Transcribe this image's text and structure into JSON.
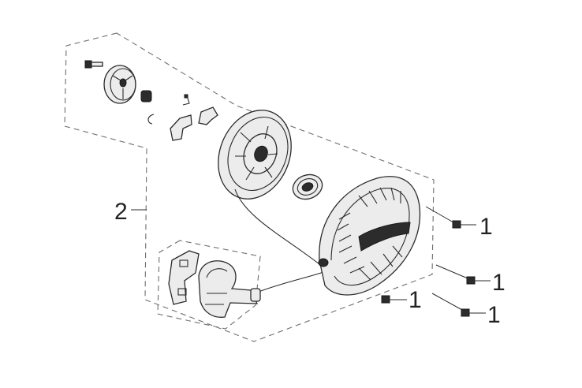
{
  "callouts": {
    "assembly_label": "2",
    "bolt_top_label": "1",
    "bolt_mid_label": "1",
    "bolt_bottom_label": "1",
    "bolt_left_label": "1"
  },
  "icons": {
    "assembly": "recoil-starter-assembly",
    "cover": "starter-cover-icon",
    "pulley": "rope-pulley-icon",
    "handle": "starter-handle-icon",
    "spring": "recoil-spring-icon",
    "bolt": "flange-bolt-icon"
  },
  "colors": {
    "line": "#2a2a2a",
    "dash": "#6f6f6f",
    "fill": "#ececec"
  }
}
